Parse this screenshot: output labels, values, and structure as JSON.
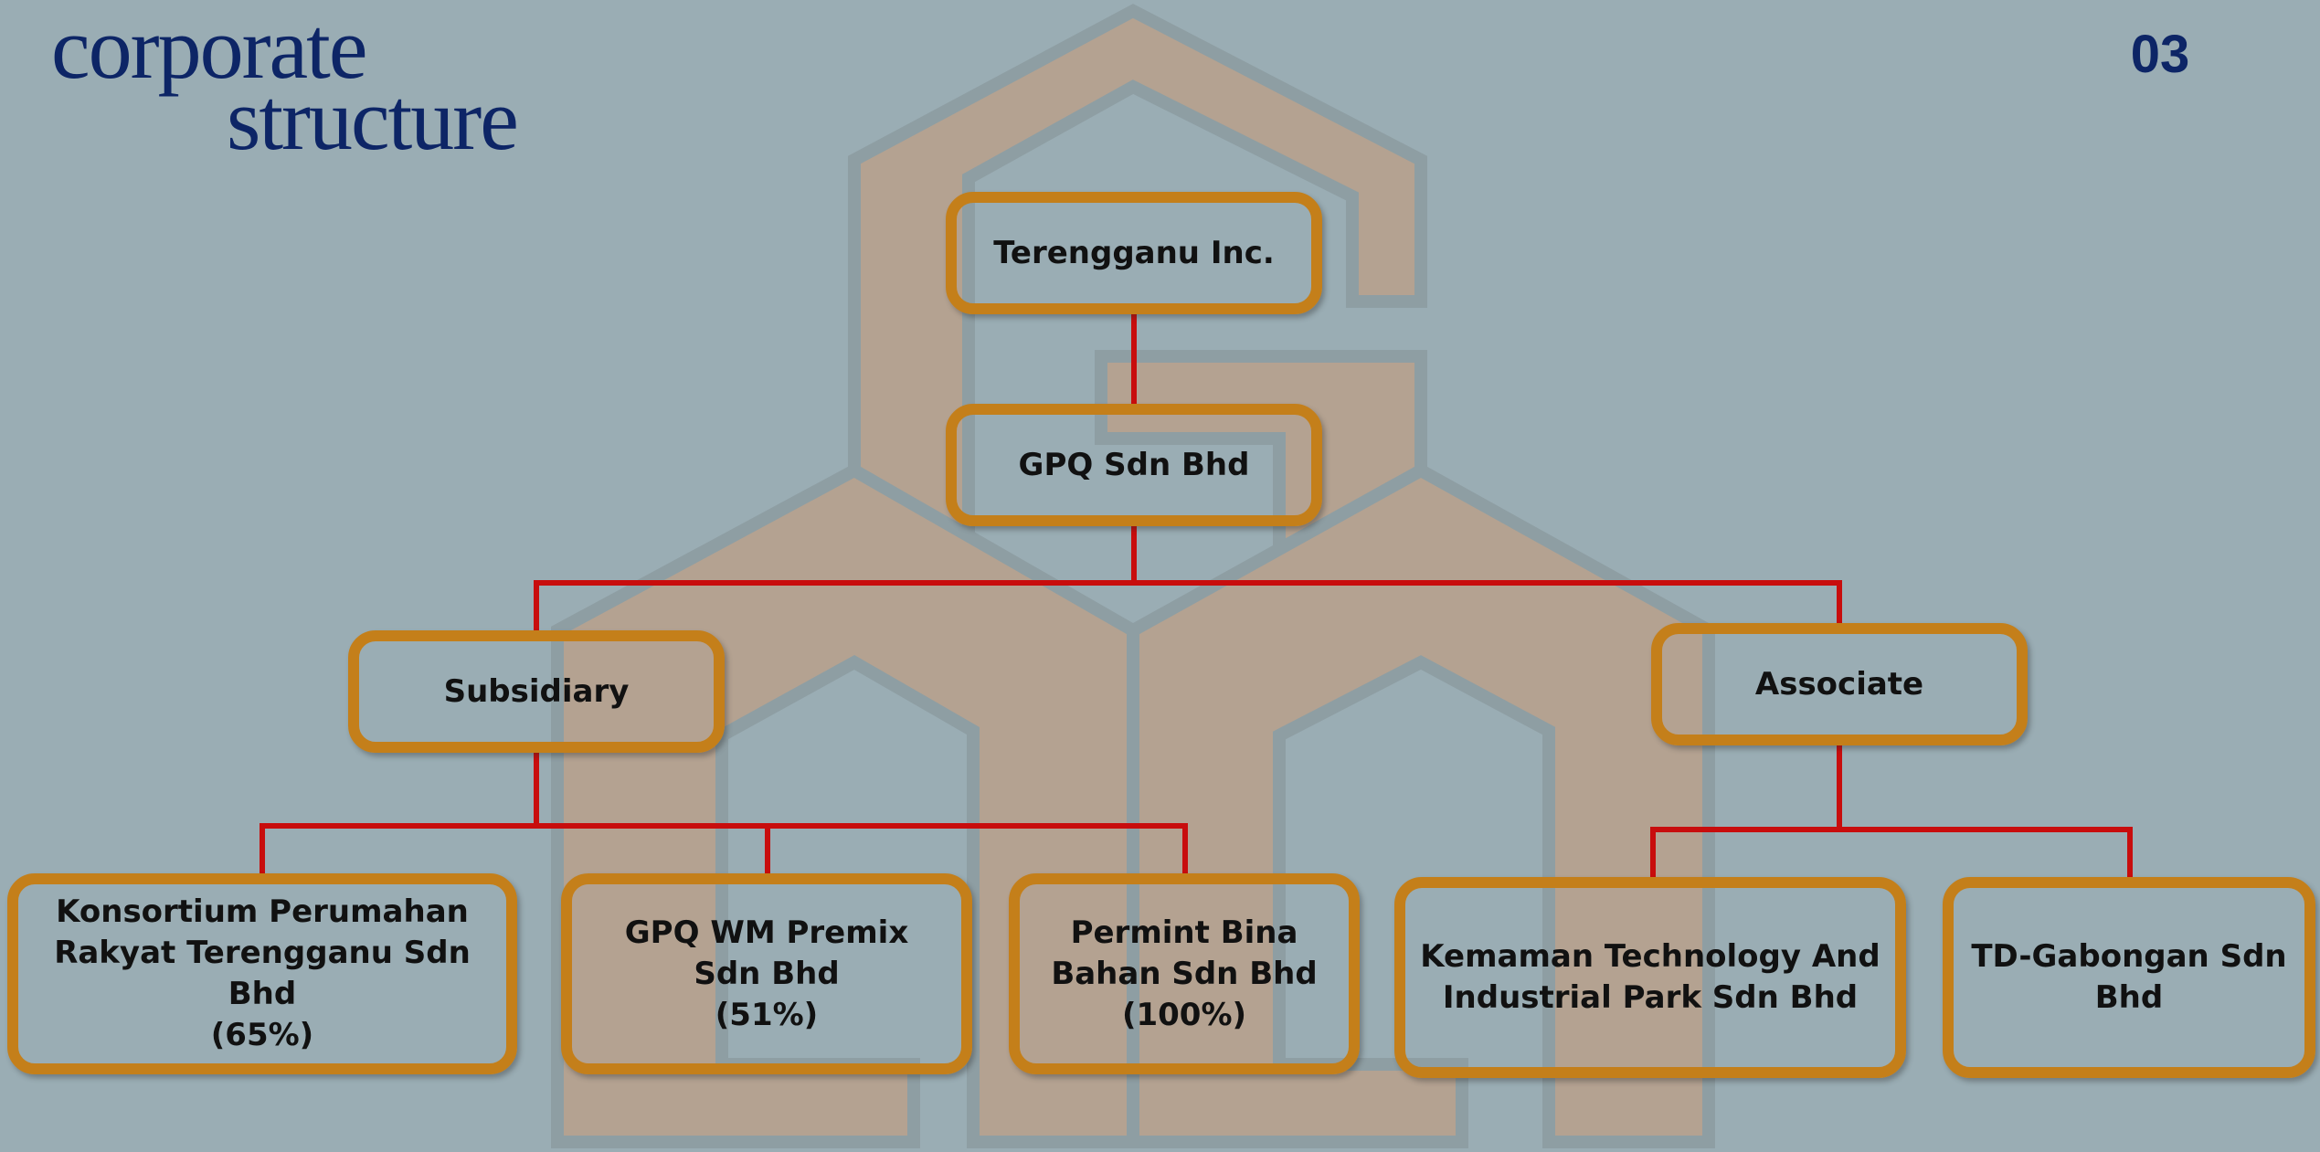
{
  "page": {
    "title_line1": "corporate",
    "title_line2": "structure",
    "page_number": "03"
  },
  "colors": {
    "background": "#9aadb4",
    "logo_fill": "#b4a291",
    "logo_outline": "#8e9ea3",
    "node_border": "#c47f1a",
    "connector": "#c80d0d",
    "title": "#0d2566"
  },
  "org_chart": {
    "root": {
      "label": "Terengganu Inc."
    },
    "holding": {
      "label": "GPQ Sdn Bhd"
    },
    "groups": [
      {
        "label": "Subsidiary",
        "children": [
          {
            "lines": [
              "Konsortium Perumahan",
              "Rakyat Terengganu Sdn Bhd",
              "(65%)"
            ]
          },
          {
            "lines": [
              "GPQ WM Premix",
              "Sdn Bhd",
              "(51%)"
            ]
          },
          {
            "lines": [
              "Permint Bina",
              "Bahan Sdn Bhd",
              "(100%)"
            ]
          }
        ]
      },
      {
        "label": "Associate",
        "children": [
          {
            "lines": [
              "Kemaman Technology And",
              "Industrial Park Sdn Bhd"
            ]
          },
          {
            "lines": [
              "TD-Gabongan Sdn",
              "Bhd"
            ]
          }
        ]
      }
    ]
  }
}
